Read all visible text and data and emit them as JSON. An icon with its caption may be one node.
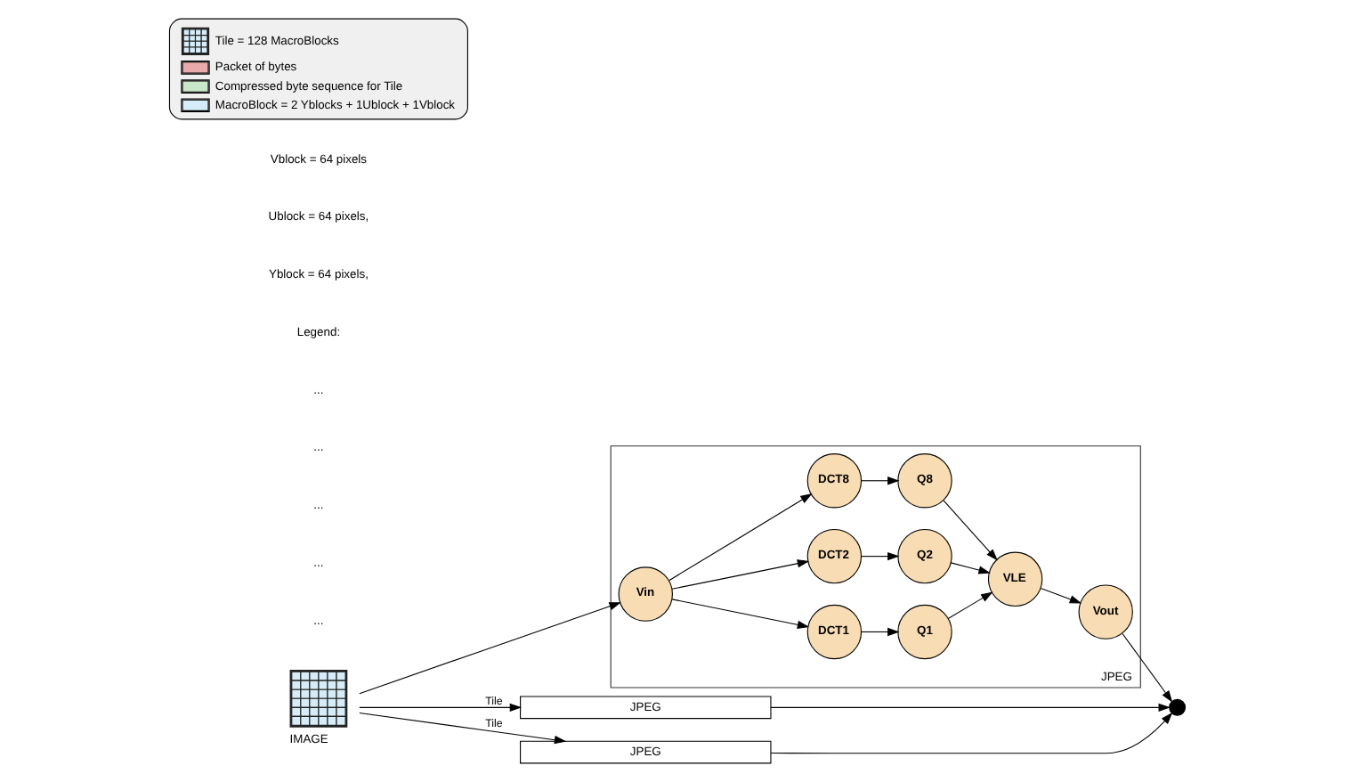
{
  "diagram": {
    "nodes": [
      {
        "text": [
          "IMAGE"
        ]
      },
      {
        "text": [
          "JPEG"
        ]
      },
      {
        "text": [
          "JPEG"
        ]
      },
      {
        "text": [
          "Vin"
        ],
        "in": 2
      },
      {
        "text": [
          "DCT1"
        ],
        "in": 2
      },
      {
        "text": [
          "DCT2"
        ],
        "in": 2
      },
      {
        "text": [
          "DCT8"
        ],
        "in": 2
      },
      {
        "text": [
          "Q1"
        ],
        "in": 2
      },
      {
        "text": [
          "Q2"
        ],
        "in": 2
      },
      {
        "text": [
          "Q8"
        ],
        "in": 2
      },
      {
        "text": [
          "VLE"
        ],
        "in": 2
      },
      {
        "text": [
          "Vout"
        ],
        "in": 2
      },
      {
        "text": [
          "JPEG"
        ]
      },
      {
        "text": [],
        "shape": "circle"
      }
    ],
    "edges": [
      {
        "from": 0,
        "to": 1,
        "arrow": "to",
        "label": "Tile"
      },
      {
        "from": 0,
        "to": 3,
        "arrow": "to"
      },
      {
        "from": 0,
        "to": 12,
        "arrow": "to",
        "label": "Tile"
      },
      {
        "from": 3,
        "to": 4,
        "arrow": "to"
      },
      {
        "from": 3,
        "to": 5,
        "arrow": "to"
      },
      {
        "from": 3,
        "to": 6,
        "arrow": "to"
      },
      {
        "from": 4,
        "to": 7,
        "arrow": "to"
      },
      {
        "from": 5,
        "to": 8,
        "arrow": "to"
      },
      {
        "from": 6,
        "to": 9,
        "arrow": "to"
      },
      {
        "from": 7,
        "to": 10,
        "arrow": "to"
      },
      {
        "from": 8,
        "to": 10,
        "arrow": "to"
      },
      {
        "from": 9,
        "to": 10,
        "arrow": "to"
      },
      {
        "from": 10,
        "to": 11,
        "arrow": "to"
      },
      {
        "from": 1,
        "to": 13,
        "arrow": "to"
      },
      {
        "from": 11,
        "to": 13,
        "arrow": "to"
      },
      {
        "from": 12,
        "to": 13,
        "arrow": "to"
      }
    ],
    "labels": [
      "...",
      "...",
      "...",
      "...",
      "...",
      "Legend:",
      "Yblock = 64 pixels,",
      "Ublock = 64 pixels,",
      "Vblock = 64 pixels"
    ],
    "legend": [
      {
        "text": "Tile = 128 MacroBlocks"
      },
      {
        "text": "Packet of bytes",
        "color": "#e8aaaa"
      },
      {
        "text": "Compressed byte sequence for Tile",
        "color": "#c8e6c8"
      },
      {
        "text": "MacroBlock = 2 Yblocks + 1Ublock + 1Vblock",
        "color": "#d6ecf8"
      }
    ]
  }
}
